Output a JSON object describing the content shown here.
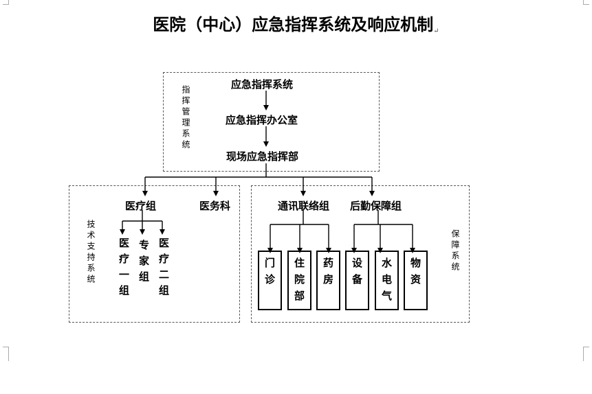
{
  "title": "医院（中心）应急指挥系统及响应机制",
  "para_mark": "↵",
  "command": {
    "group_label": "指挥管理系统",
    "level1": "应急指挥系统",
    "level2": "应急指挥办公室",
    "level3": "现场应急指挥部"
  },
  "tech": {
    "group_label": "技术支持系统",
    "medical_group": "医疗组",
    "medical_affairs": "医务科",
    "sub_groups": [
      "医疗一组",
      "专家组",
      "医疗二组"
    ]
  },
  "support": {
    "group_label": "保障系统",
    "comm_group": "通讯联络组",
    "logistics_group": "后勤保障组",
    "comm_units": [
      "门诊",
      "住院部",
      "药房"
    ],
    "logistics_units": [
      "设备",
      "水电气",
      "物资"
    ]
  }
}
